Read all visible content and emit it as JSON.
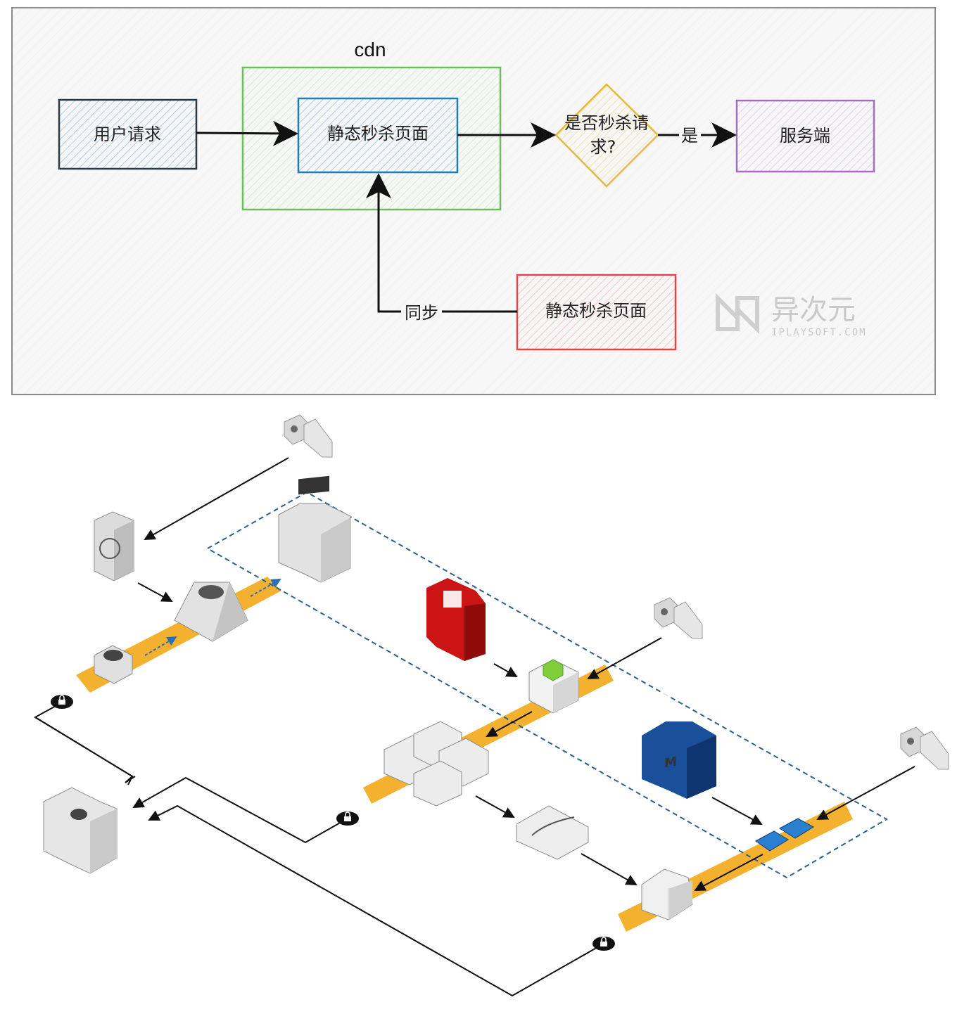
{
  "flowchart": {
    "cdn_label": "cdn",
    "user_request": "用户请求",
    "static_page": "静态秒杀页面",
    "decision_line1": "是否秒杀请",
    "decision_line2": "求?",
    "yes_label": "是",
    "server": "服务端",
    "sync_label": "同步",
    "static_page_source": "静态秒杀页面",
    "colors": {
      "user_request": "#2b3a47",
      "cdn": "#6abf5a",
      "static_page": "#1e7fb0",
      "decision": "#e6b840",
      "server": "#a66bc2",
      "static_page_source": "#e0454a"
    }
  },
  "watermark": {
    "cn": "异次元",
    "en": "IPLAYSOFT.COM"
  },
  "architecture": {
    "colors": {
      "lane": "#f4b12f",
      "red_db": "#cc1414",
      "blue_db": "#1a4f9a",
      "green_cube": "#7fcf3d",
      "dashed_group": "#2a5f8f"
    }
  }
}
